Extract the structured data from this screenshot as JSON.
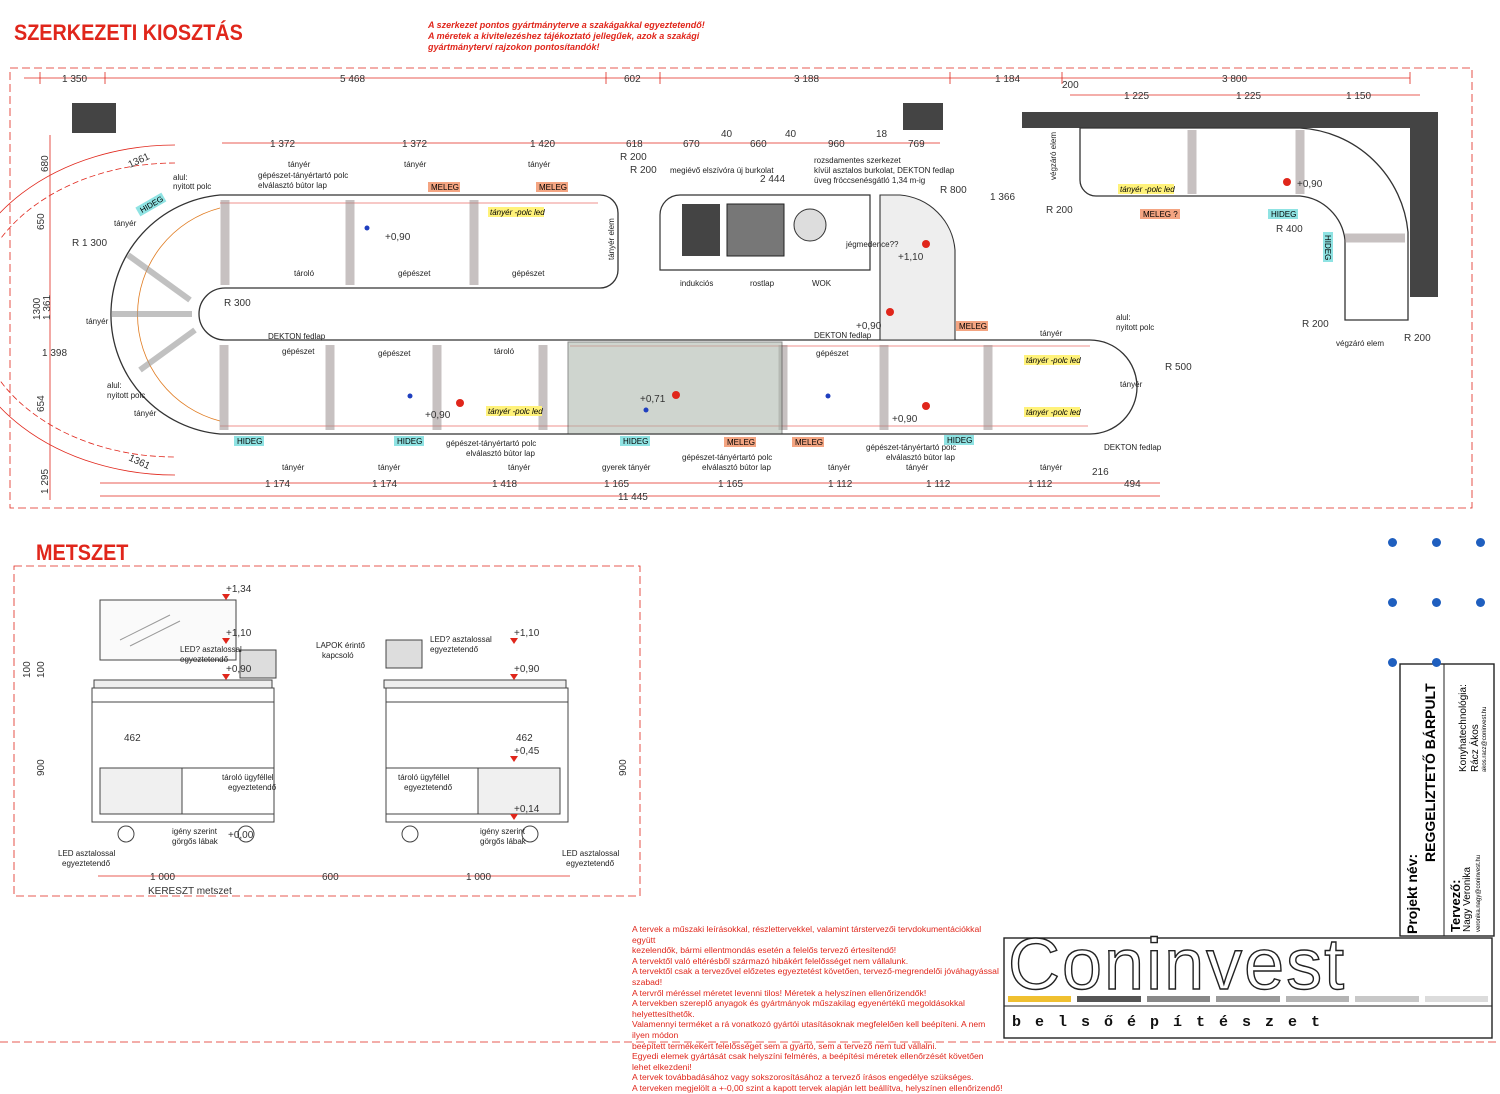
{
  "plan": {
    "title": "SZERKEZETI KIOSZTÁS",
    "notes": [
      "A szerkezet pontos gyártmányterve a szakágakkal egyeztetendő!",
      "A méretek a kivitelezéshez tájékoztató jellegűek, azok a szakági",
      "gyártmányterví rajzokon pontosítandók!"
    ],
    "top_dims": [
      "1 350",
      "5 468",
      "602",
      "3 188",
      "1 184",
      "3 800"
    ],
    "right_dims": [
      "1 225",
      "1 225",
      "1 150",
      "200"
    ],
    "inner_top_dims": [
      "1 372",
      "1 372",
      "1 420",
      "618",
      "670",
      "40",
      "660",
      "40",
      "960",
      "18",
      "769"
    ],
    "bottom_dims": [
      "1 174",
      "1 174",
      "1 418",
      "1 165",
      "1 165",
      "1 112",
      "1 112",
      "1 112",
      "494",
      "216"
    ],
    "total": "11 445",
    "left_dims": [
      "680",
      "650",
      "1300",
      "1 361",
      "654",
      "1 295"
    ],
    "labels": {
      "tanyer": "tányér",
      "alul_nyitott": "alul:",
      "nyitott_polc": "nyitott polc",
      "gepeszet_polc": "gépészet-tányértartó polc",
      "elvalaszto": "elválasztó bútor lap",
      "meleg": "MELEG",
      "meleg_q": "MELEG ?",
      "hideg": "HIDEG",
      "tanyer_polc_led": "tányér -polc led",
      "tarolo": "tároló",
      "gepeszet": "gépészet",
      "dekton": "DEKTON fedlap",
      "gyerek_tanyer": "gyerek tányér",
      "vegzaro": "végzáró elem",
      "tanyer_elem": "tányér elem",
      "indukcios": "indukciós",
      "rostlap": "rostlap",
      "wok": "WOK",
      "burkolat": "megiévő elszívóra új burkolat",
      "rozsdamentes1": "rozsdamentes szerkezet",
      "rozsdamentes2": "kívül asztalos burkolat, DEKTON fedlap",
      "rozsdamentes3": "üveg fröccsenésgátló 1,34 m-ig",
      "jegmedence": "jégmedence??",
      "r200": "R 200",
      "r300": "R 300",
      "r400": "R 400",
      "r500": "R 500",
      "r800": "R 800",
      "r1300": "R 1 300",
      "d1361": "1361",
      "d1366": "1 366",
      "d1398": "1 398",
      "d2444": "2 444",
      "lvl090": "+0,90",
      "lvl110": "+1,10",
      "lvl071": "+0,71"
    }
  },
  "section": {
    "title": "METSZET",
    "caption": "KERESZT metszet",
    "dims": [
      "1 000",
      "600",
      "1 000"
    ],
    "heights": [
      "100",
      "100",
      "900",
      "462",
      "900"
    ],
    "levels": [
      "+1,34",
      "+1,10",
      "+0,90",
      "+0,45",
      "+0,14",
      "+0,00"
    ],
    "labels": {
      "led": "LED? asztalossal",
      "egyeztetendo": "egyeztetendő",
      "lapok": "LAPOK érintő",
      "kapcsolo": "kapcsoló",
      "tarolo": "tároló ügyféllel",
      "gorgos1": "igény szerint",
      "gorgos2": "görgős lábak",
      "led_asztal": "LED asztalossal"
    }
  },
  "warnings": [
    "A tervek a műszaki leírásokkal, részlettervekkel, valamint társtervezői tervdokumentációkkal együtt",
    "kezelendők, bármi ellentmondás esetén a felelős tervező értesítendő!",
    "A tervektől való eltérésből származó hibákért felelősséget nem vállalunk.",
    "A tervektől csak a tervezővel előzetes egyeztetést követően, tervező-megrendelői jóváhagyással szabad!",
    "A tervről méréssel méretet levenni tilos! Méretek a helyszínen ellenőrizendők!",
    "A tervekben szereplő anyagok és gyártmányok műszakilag egyenértékű megoldásokkal helyettesíthetők.",
    "Valamennyi terméket a rá vonatkozó gyártói utasításoknak megfelelően kell beépíteni. A nem ilyen módon",
    "beépített termékekért felelősséget sem a gyártó, sem a tervező nem tud vállalni.",
    "Egyedi elemek gyártását csak helyszíni felmérés, a beépítési méretek ellenőrzését követően lehet elkezdeni!",
    "A tervek továbbadásához vagy sokszorosításához a tervező írásos engedélye szükséges.",
    "A terveken megjelölt a +-0,00 szint a kapott tervek alapján lett beállítva, helyszínen ellenőrizendő!"
  ],
  "titleblock": {
    "project_label": "Projekt név:",
    "project_name": "REGGELIZTETŐ BÁRPULT",
    "tech_label": "Konyhatechnológia:",
    "tech_name": "Rácz Ákos",
    "tech_email": "akos.racz@coninvest.hu",
    "designer_label": "Tervező:",
    "designer_name": "Nagy Veronika",
    "designer_email": "veronika.nagy@coninvest.hu",
    "logo": "Coninvest",
    "logo_sub": "belsőépítészet",
    "bar_colors": [
      "#f0c030",
      "#555555",
      "#888888",
      "#9a9a9a",
      "#b4b4b4",
      "#c8c8c8",
      "#dcdcdc"
    ]
  }
}
